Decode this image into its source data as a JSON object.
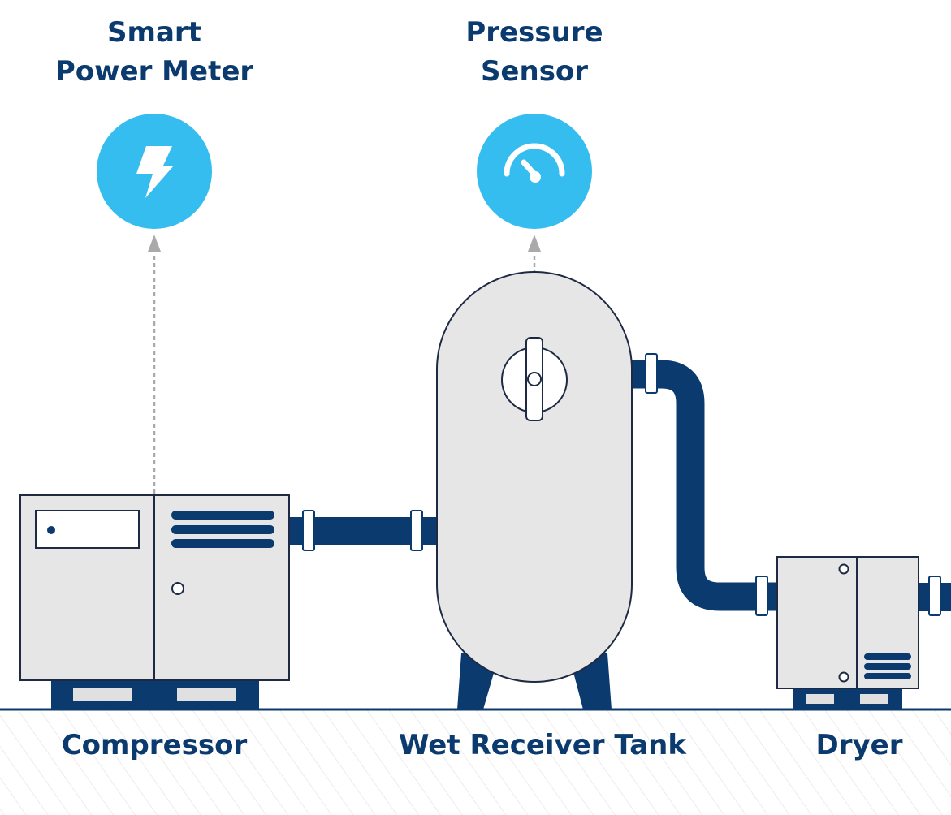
{
  "sensors": {
    "power_meter": {
      "line1": "Smart",
      "line2": "Power Meter",
      "icon": "lightning-bolt-icon"
    },
    "pressure_sensor": {
      "line1": "Pressure",
      "line2": "Sensor",
      "icon": "gauge-icon"
    }
  },
  "equipment": {
    "compressor": "Compressor",
    "tank": "Wet Receiver Tank",
    "dryer": "Dryer"
  },
  "colors": {
    "navy": "#0b3a6e",
    "sensor_blue": "#35bdf0",
    "body_gray": "#e6e6e6",
    "connector_gray": "#aaaaaa"
  }
}
